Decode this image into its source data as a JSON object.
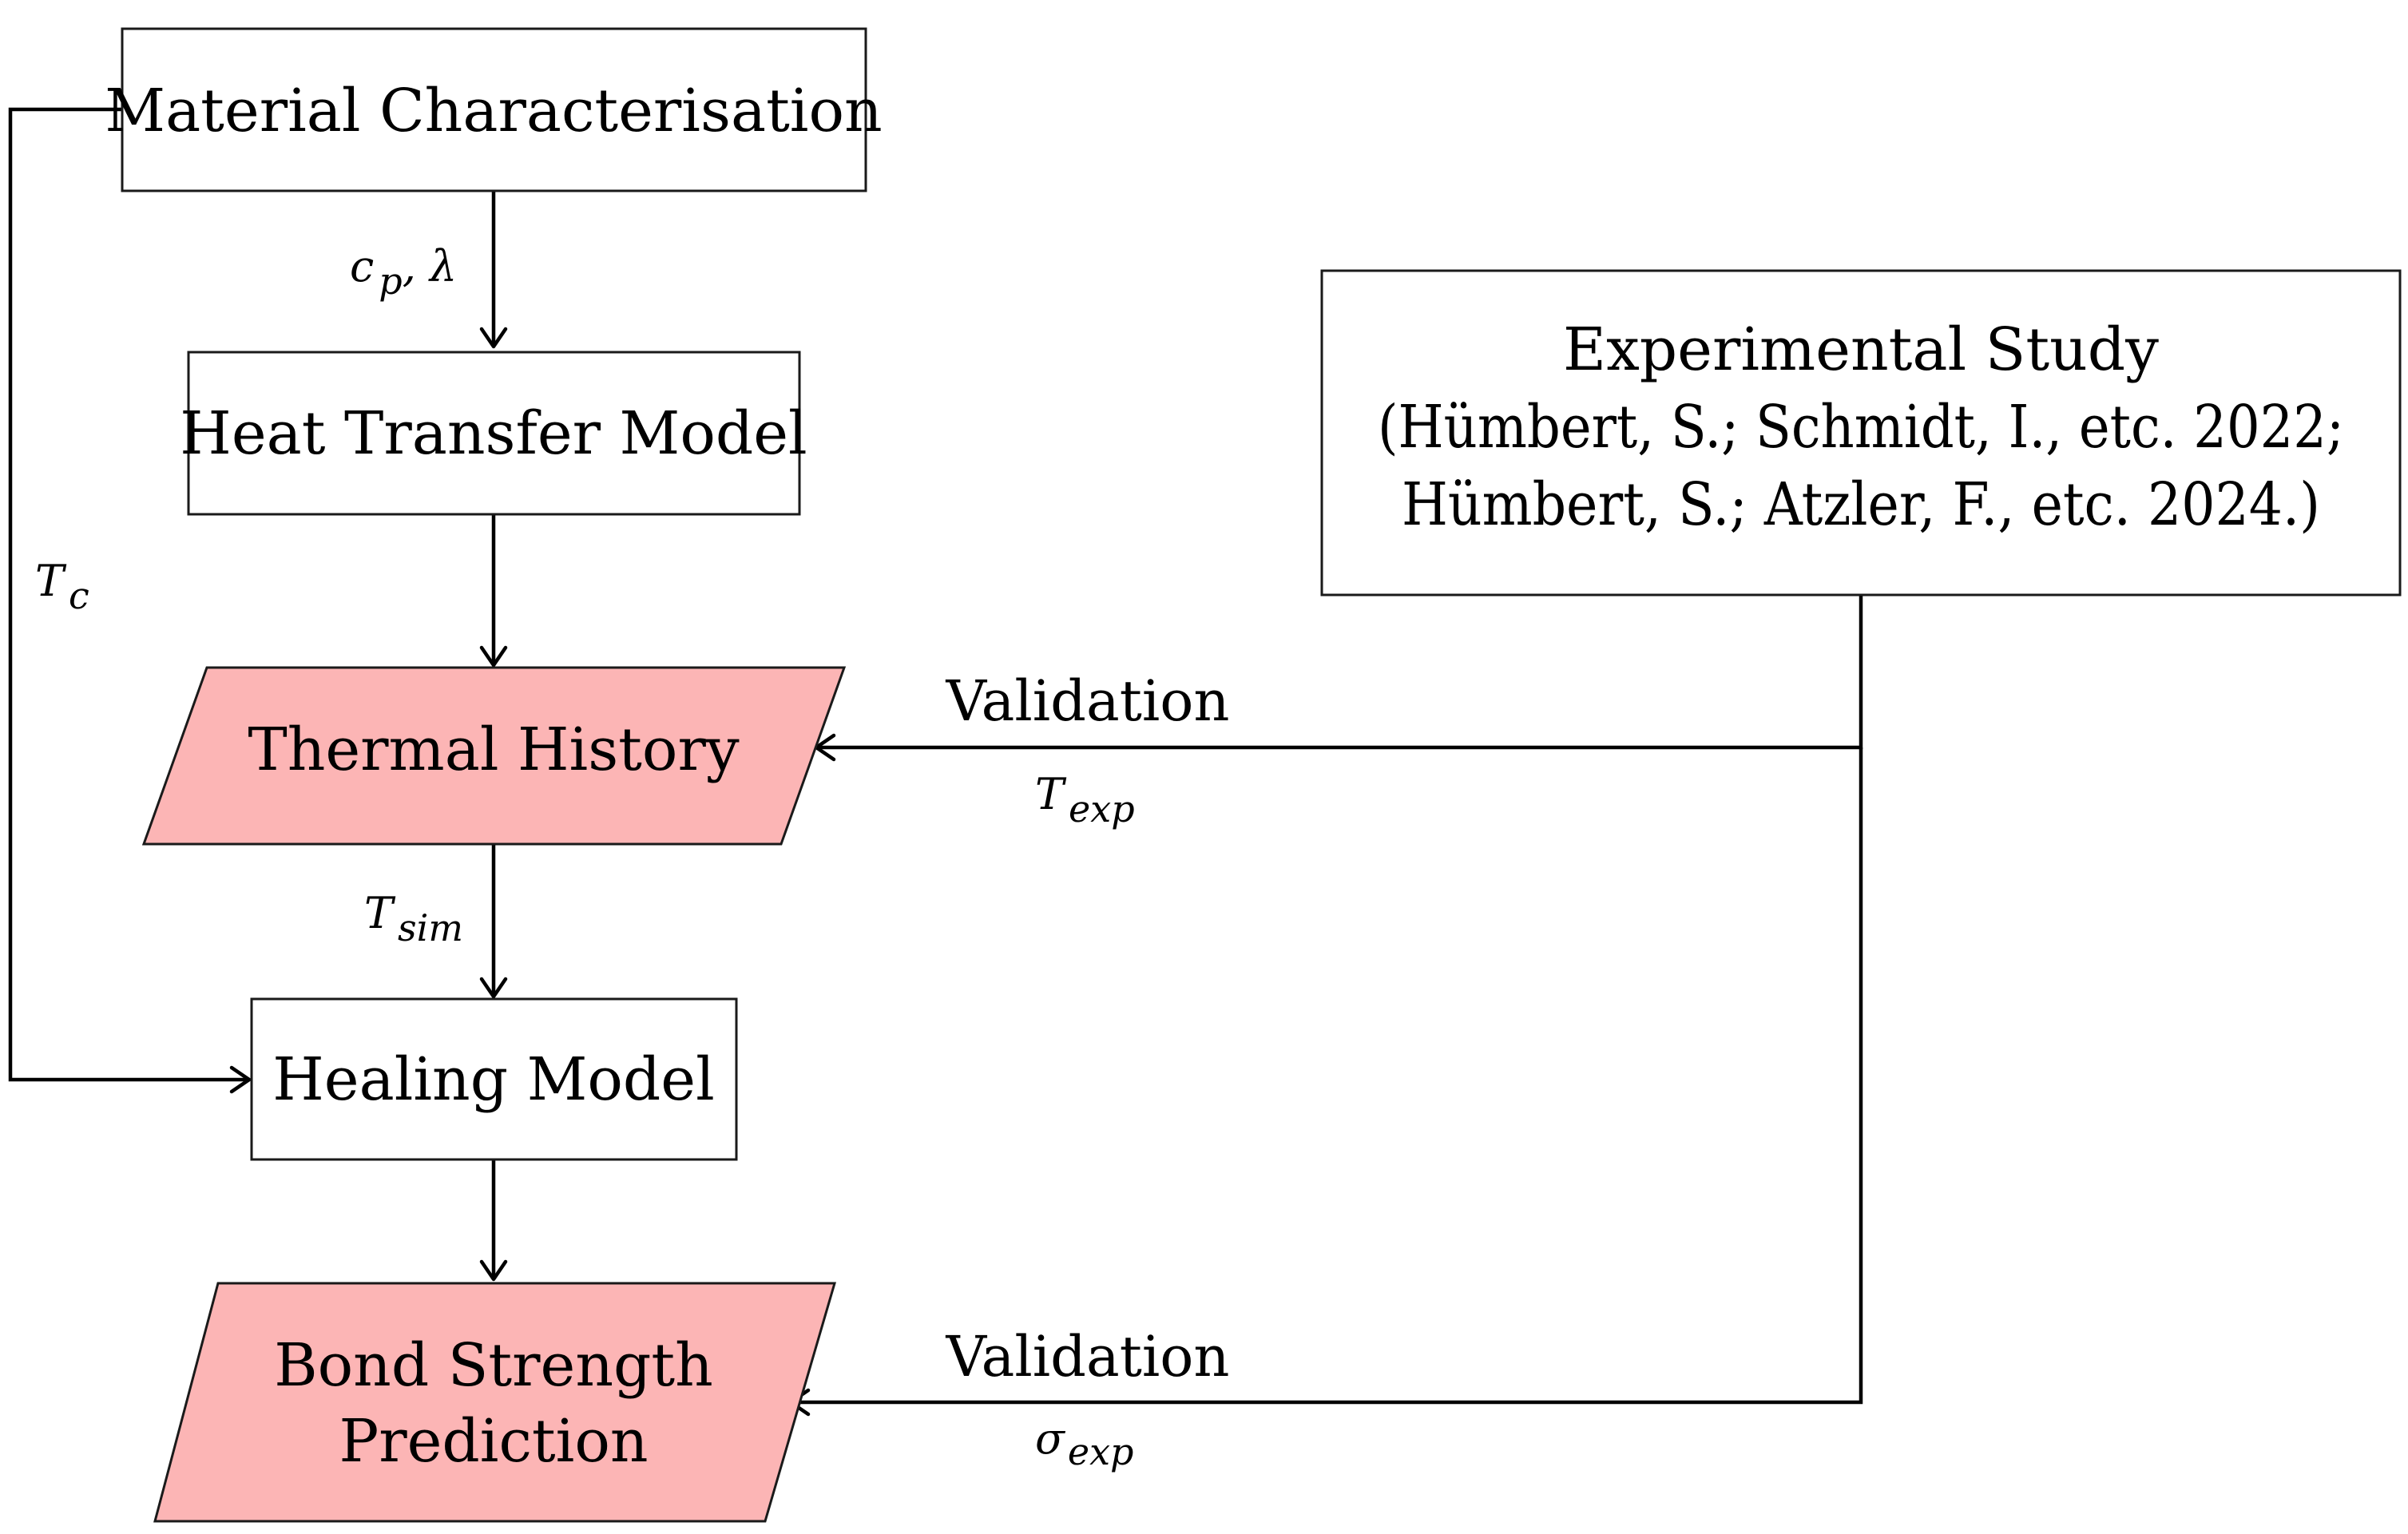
{
  "colors": {
    "highlight_fill": "#fcb5b5",
    "box_fill": "#ffffff",
    "line": "#000000"
  },
  "nodes": {
    "material": {
      "label": "Material Characterisation"
    },
    "heat": {
      "label": "Heat Transfer Model"
    },
    "thermal": {
      "label": "Thermal History"
    },
    "healing": {
      "label": "Healing Model"
    },
    "bond": {
      "lines": [
        "Bond Strength",
        "Prediction"
      ]
    },
    "experimental": {
      "lines": [
        "Experimental Study",
        "(Hümbert, S.; Schmidt, I., etc. 2022;",
        "Hümbert, S.; Atzler, F., etc. 2024.)"
      ]
    }
  },
  "edges": {
    "material_heat": {
      "label": ", λ",
      "sym": "c",
      "sub": "p"
    },
    "material_healing": {
      "sym": "T",
      "sub": "c"
    },
    "thermal_healing": {
      "sym": "T",
      "sub": "sim"
    },
    "exp_thermal": {
      "label": "Validation",
      "sym": "T",
      "sub": "exp"
    },
    "exp_bond": {
      "label": "Validation",
      "sym": "σ",
      "sub": "exp"
    }
  }
}
